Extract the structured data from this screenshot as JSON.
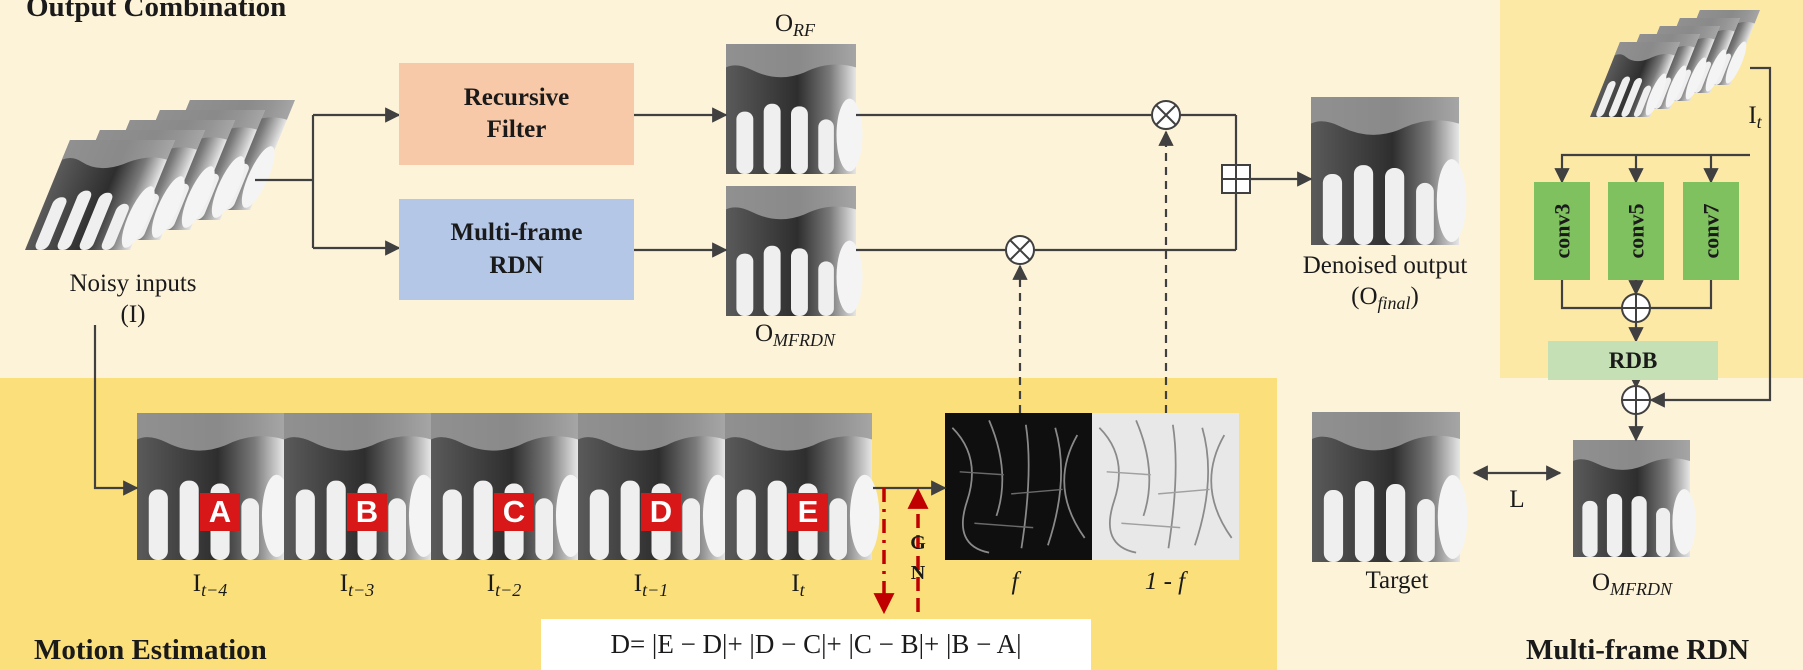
{
  "sections": {
    "output_combination": "Output Combination",
    "motion_estimation": "Motion Estimation",
    "multi_frame_rdn": "Multi-frame RDN"
  },
  "nodes": {
    "recursive_filter": "Recursive\nFilter",
    "multi_frame_rdn": "Multi-frame\nRDN",
    "conv3": "conv3",
    "conv5": "conv5",
    "conv7": "conv7",
    "rdb": "RDB"
  },
  "labels": {
    "noisy_inputs": "Noisy inputs",
    "noisy_inputs_symbol": "(I)",
    "o_rf_base": "O",
    "o_rf_sub": "RF",
    "o_mfrdn_base": "O",
    "o_mfrdn_sub": "MFRDN",
    "denoised_output": "Denoised output",
    "o_final_open": "(O",
    "o_final_sub": "final",
    "o_final_close": ")",
    "it_right_base": "I",
    "it_right_sub": "t",
    "target": "Target",
    "loss": "L",
    "o_mfrdn2_base": "O",
    "o_mfrdn2_sub": "MFRDN",
    "f": "f",
    "one_minus_f": "1 - f",
    "gn_g": "G",
    "gn_n": "N"
  },
  "frames": [
    {
      "letter": "A",
      "base": "I",
      "sub": "t−4"
    },
    {
      "letter": "B",
      "base": "I",
      "sub": "t−3"
    },
    {
      "letter": "C",
      "base": "I",
      "sub": "t−2"
    },
    {
      "letter": "D",
      "base": "I",
      "sub": "t−1"
    },
    {
      "letter": "E",
      "base": "I",
      "sub": "t"
    }
  ],
  "formula": "D= |E − D|+ |D − C|+ |C − B|+ |B − A|",
  "colors": {
    "panel_light": "#fdf3d9",
    "panel_yellow": "#fbdf7a",
    "panel_right": "#fde9a6",
    "recursive_filter": "#f8c9a8",
    "multi_frame_rdn": "#b4c7e7",
    "conv": "#7fc15e",
    "rdb": "#c5e0b4",
    "badge": "#d81818",
    "arrow": "#404040",
    "gn_arrow": "#c00000"
  }
}
